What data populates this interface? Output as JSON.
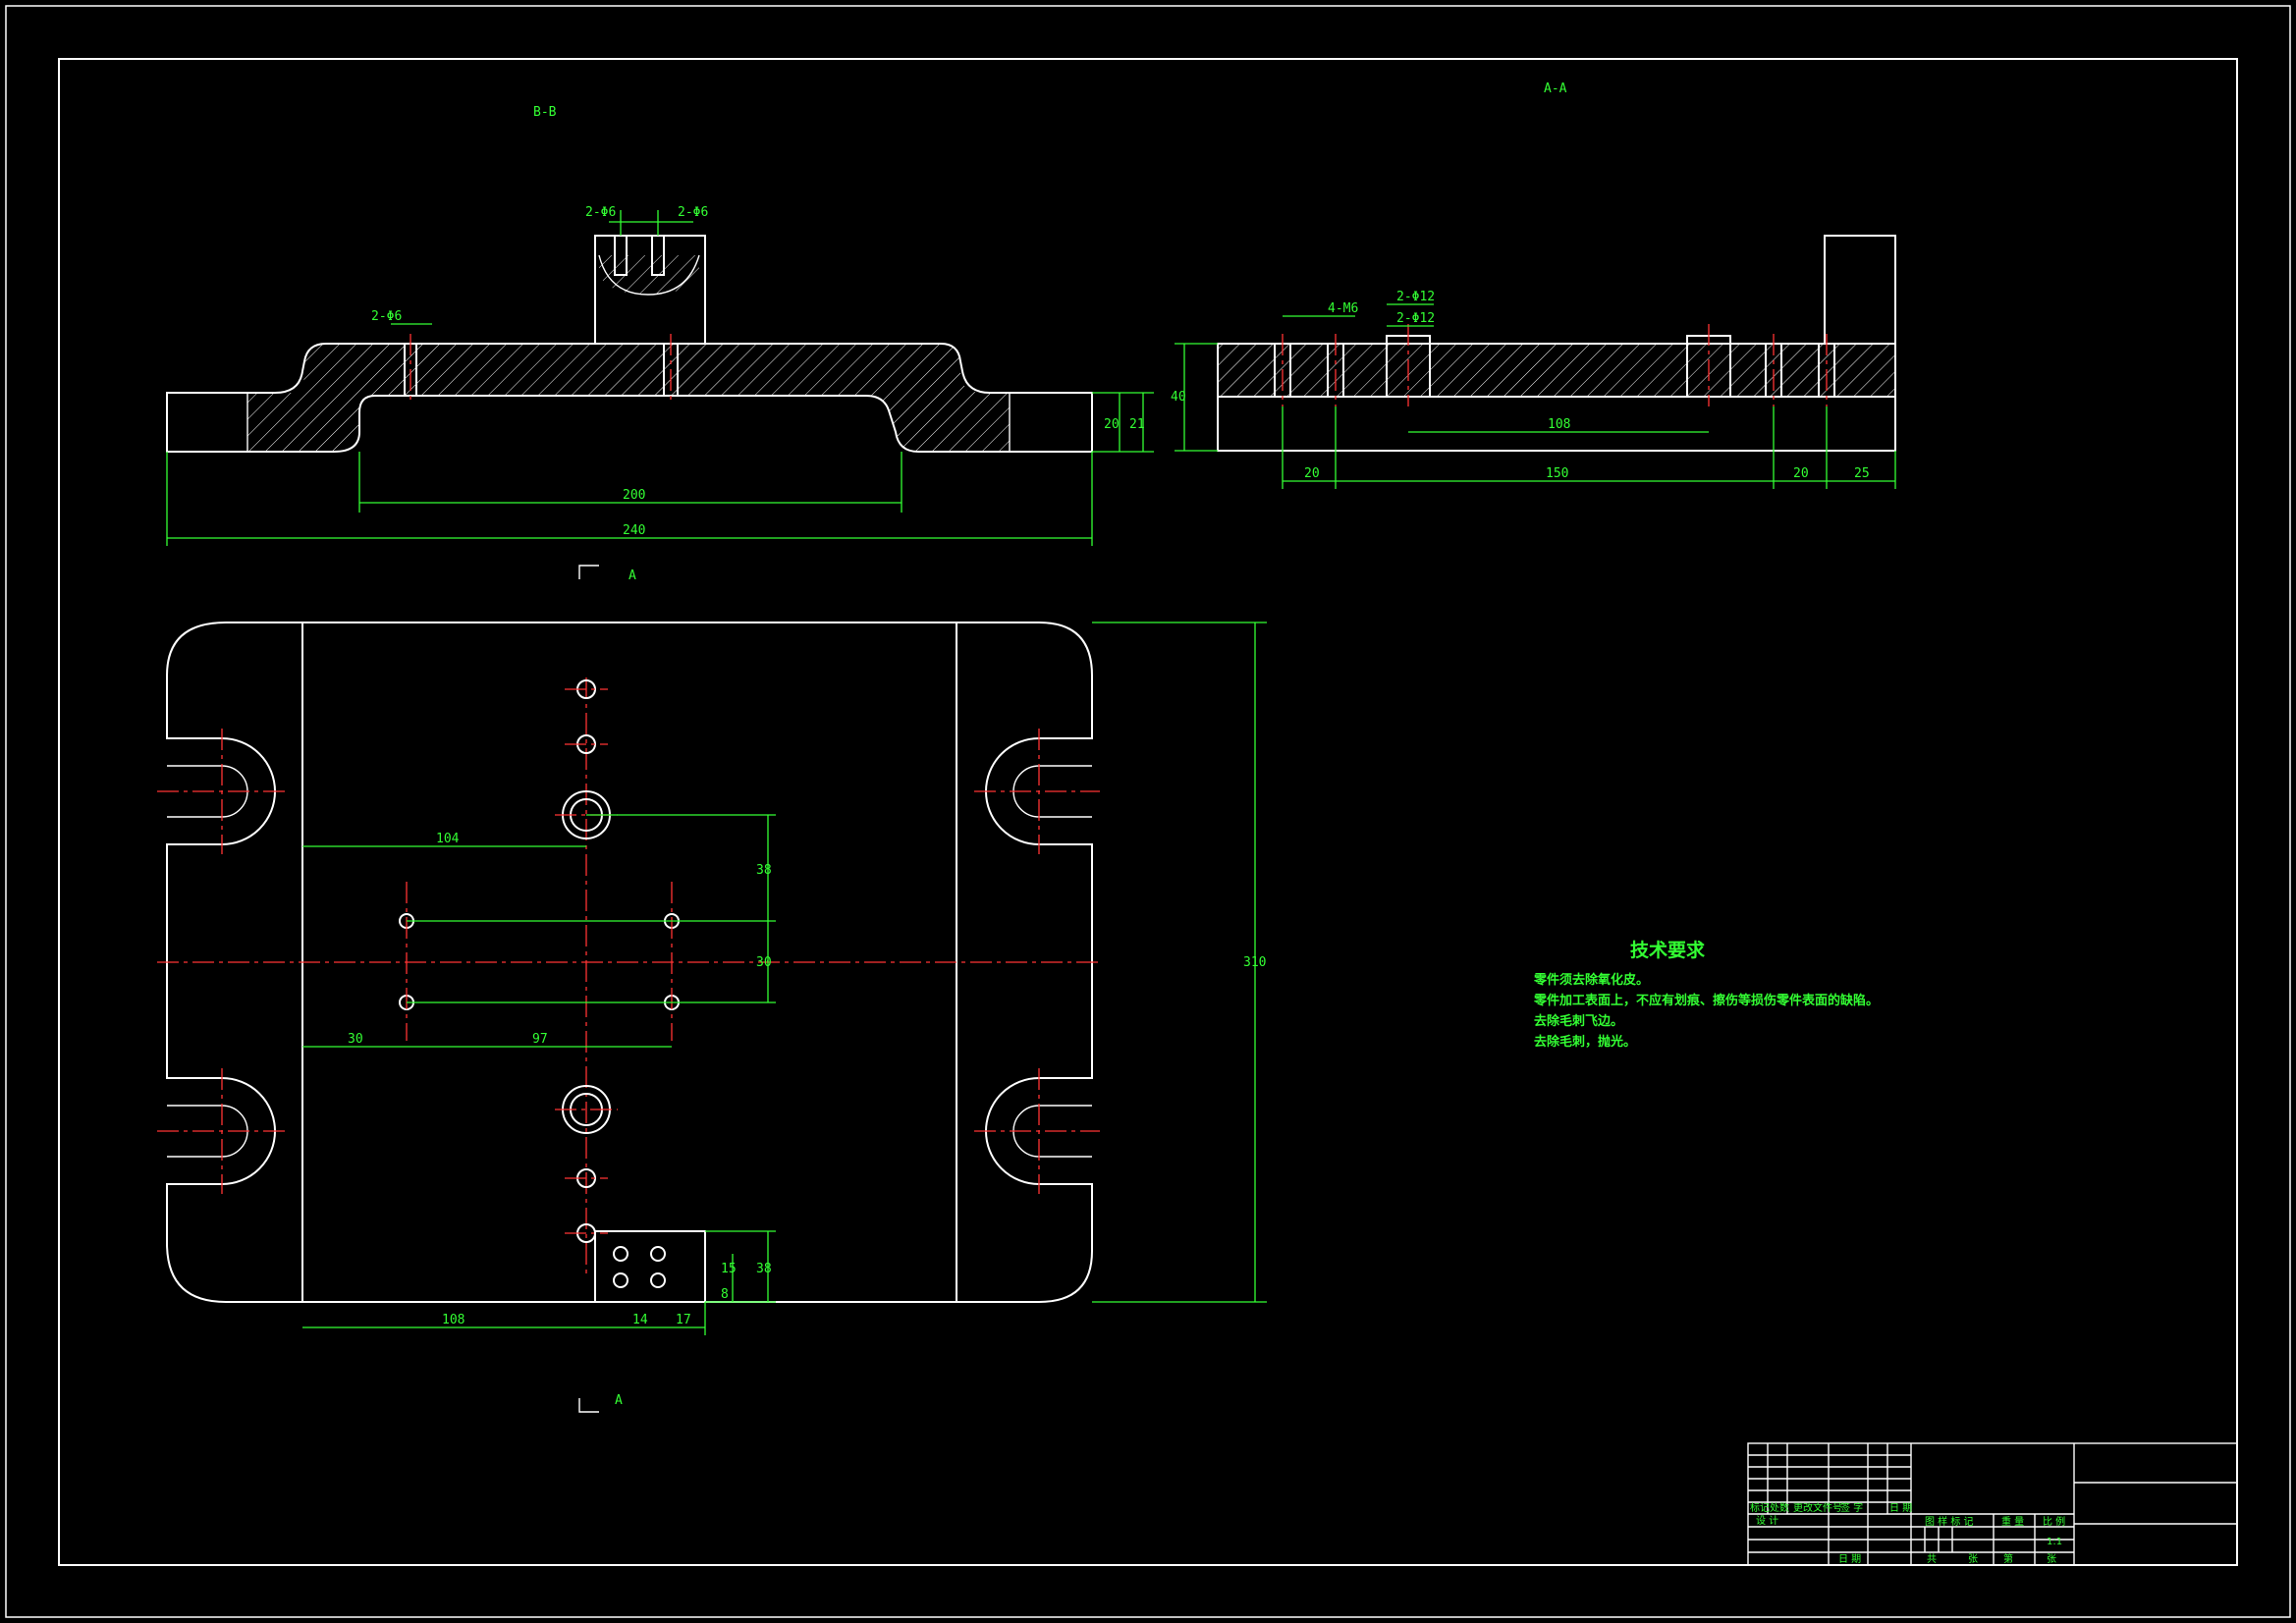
{
  "views": {
    "section_bb": "B-B",
    "section_aa": "A-A",
    "cut_mark_top": "A",
    "cut_mark_bottom": "A"
  },
  "dims": {
    "bb_hole_left": "2-Φ6",
    "bb_hole_right": "2-Φ6",
    "bb_hole_mid": "2-Φ6",
    "bb_w200": "200",
    "bb_w240": "240",
    "bb_h20": "20",
    "bb_h21": "21",
    "aa_4m6": "4-M6",
    "aa_2m12": "2-Φ12",
    "aa_2m12b": "2-Φ12",
    "aa_108": "108",
    "aa_h40": "40",
    "aa_20a": "20",
    "aa_150": "150",
    "aa_20b": "20",
    "aa_25": "25",
    "pv_104": "104",
    "pv_38": "38",
    "pv_30v": "30",
    "pv_30h": "30",
    "pv_97": "97",
    "pv_310": "310",
    "pv_108": "108",
    "pv_14": "14",
    "pv_17": "17",
    "pv_15": "15",
    "pv_8": "8",
    "pv_38b": "38"
  },
  "tech": {
    "title": "技术要求",
    "lines": [
      "零件须去除氧化皮。",
      "零件加工表面上，不应有划痕、擦伤等损伤零件表面的缺陷。",
      "去除毛刺飞边。",
      "去除毛刺，抛光。"
    ]
  },
  "title_block": {
    "c1": "标记",
    "c2": "处数",
    "c3": "更改文件号",
    "c4": "签 字",
    "c5": "日 期",
    "r_design": "设 计",
    "r_date": "日 期",
    "stage": "图 样 标 记",
    "weight": "重 量",
    "ratio": "比 例",
    "scale": "1:1",
    "sheet1": "共",
    "sheet2": "张",
    "sheet3": "第",
    "sheet4": "张"
  },
  "colors": {
    "background": "#000000",
    "object": "#ffffff",
    "dimension": "#33ff33",
    "centerline": "#ff3333"
  }
}
